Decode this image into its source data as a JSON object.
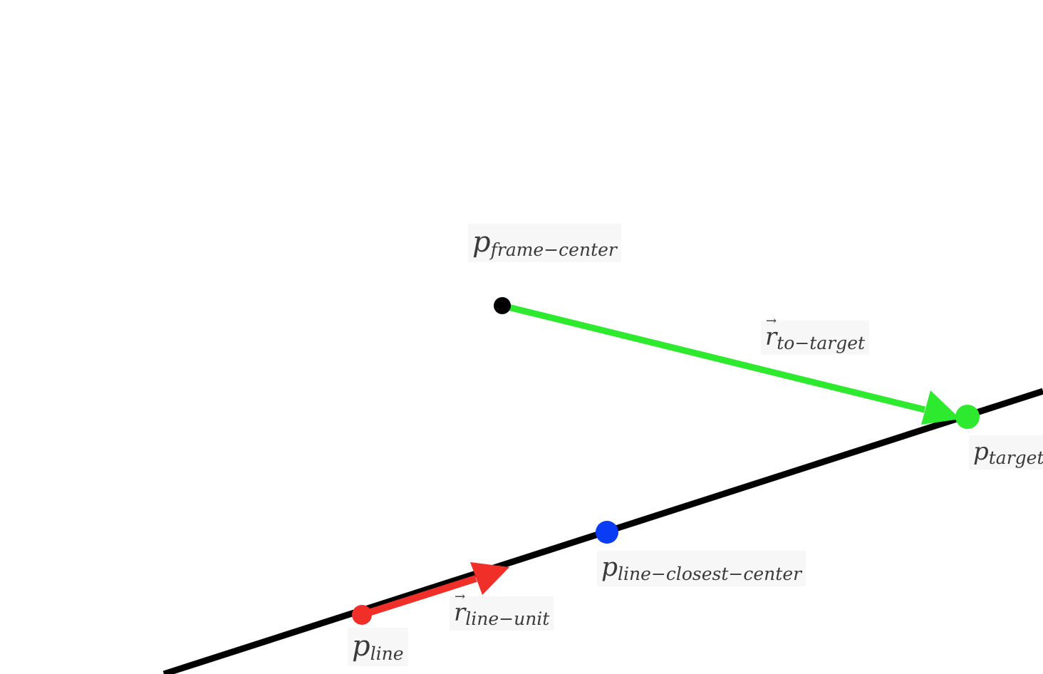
{
  "colors": {
    "line": "#000000",
    "frame_center_point": "#000000",
    "to_target_vector": "#2eea2e",
    "target_point": "#2eea2e",
    "line_point": "#f03028",
    "line_unit_vector": "#f03028",
    "closest_point": "#0a3cf5",
    "label_text": "#3a3a3a",
    "label_bg": "#f7f7f7"
  },
  "labels": {
    "frame_center": {
      "main": "p",
      "sub": "frame−center"
    },
    "to_target": {
      "main": "r",
      "arrow": "⃗",
      "sub": "to−target"
    },
    "target": {
      "main": "p",
      "sub": "target"
    },
    "closest_center": {
      "main": "p",
      "sub": "line−closest−center"
    },
    "line_unit": {
      "main": "r",
      "arrow": "⃗",
      "sub": "line−unit"
    },
    "line": {
      "main": "p",
      "sub": "line"
    }
  }
}
